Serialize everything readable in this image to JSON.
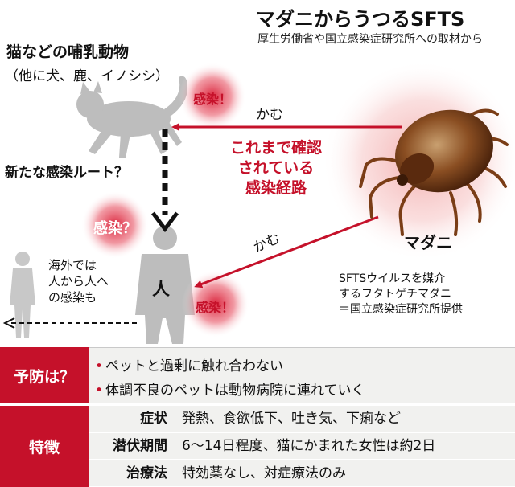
{
  "title": "マダニからうつるSFTS",
  "subtitle": "厚生労働省や国立感染症研究所への取材から",
  "diagram": {
    "cat_title": "猫などの哺乳動物",
    "cat_subtitle": "（他に犬、鹿、イノシシ）",
    "new_route": "新たな感染ルート？",
    "abroad_text": [
      "海外では",
      "人から人へ",
      "の感染も"
    ],
    "confirmed_route": [
      "これまで確認",
      "されている",
      "感染経路"
    ],
    "bite_top": "かむ",
    "bite_bottom": "かむ",
    "human_label": "人",
    "tick_label": "マダニ",
    "badge_cat": "感染！",
    "badge_question": "感染？",
    "badge_human": "感染！",
    "photo_caption": [
      "SFTSウイルスを媒介",
      "するフタトゲチマダニ",
      "＝国立感染症研究所提供"
    ]
  },
  "prevention": {
    "label": "予防は？",
    "items": [
      "ペットと過剰に触れ合わない",
      "体調不良のペットは動物病院に連れていく"
    ]
  },
  "features": {
    "label": "特徴",
    "rows": [
      {
        "key": "症状",
        "value": "発熱、食欲低下、吐き気、下痢など"
      },
      {
        "key": "潜伏期間",
        "value": "6～14日程度、猫にかまれた女性は約2日"
      },
      {
        "key": "治療法",
        "value": "特効薬なし、対症療法のみ"
      }
    ]
  },
  "colors": {
    "accent": "#c5112a",
    "silhouette": "#bdbdbd",
    "panel": "#f1f1ef"
  }
}
